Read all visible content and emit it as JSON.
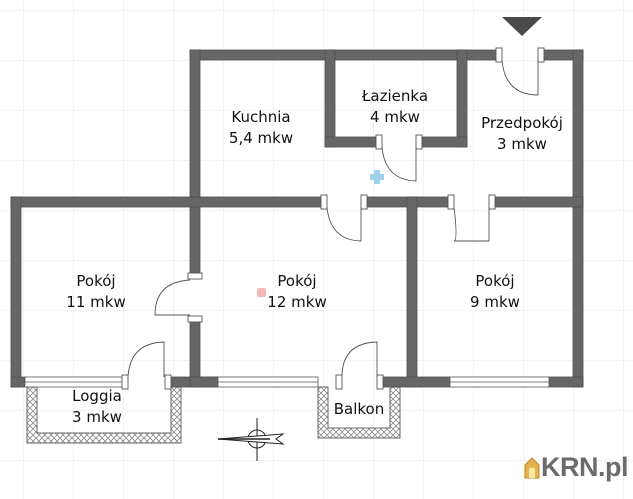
{
  "plan": {
    "colors": {
      "background": "#ffffff",
      "grid": "#ebebeb",
      "wall": "#666666",
      "wall_outline": "#505050",
      "door_line": "#555555",
      "balcony_hatch": "#8a8a8a",
      "marker_blue": "#9fd0ec",
      "marker_red": "#f2b6b8",
      "logo_text": "#6b6b6b",
      "logo_house": "#e3b24a"
    },
    "rooms": [
      {
        "id": "kuchnia",
        "name": "Kuchnia",
        "area": "5,4 mkw"
      },
      {
        "id": "lazienka",
        "name": "Łazienka",
        "area": "4 mkw"
      },
      {
        "id": "przedpokoj",
        "name": "Przedpokój",
        "area": "3 mkw"
      },
      {
        "id": "pokoj-11",
        "name": "Pokój",
        "area": "11 mkw"
      },
      {
        "id": "pokoj-12",
        "name": "Pokój",
        "area": "12 mkw"
      },
      {
        "id": "pokoj-9",
        "name": "Pokój",
        "area": "9 mkw"
      },
      {
        "id": "loggia",
        "name": "Loggia",
        "area": "3 mkw"
      },
      {
        "id": "balkon",
        "name": "Balkon",
        "area": ""
      }
    ],
    "entrance_marker": "triangle-down",
    "compass": "north-arrow"
  },
  "branding": {
    "logo_text": "KRN.pl"
  }
}
